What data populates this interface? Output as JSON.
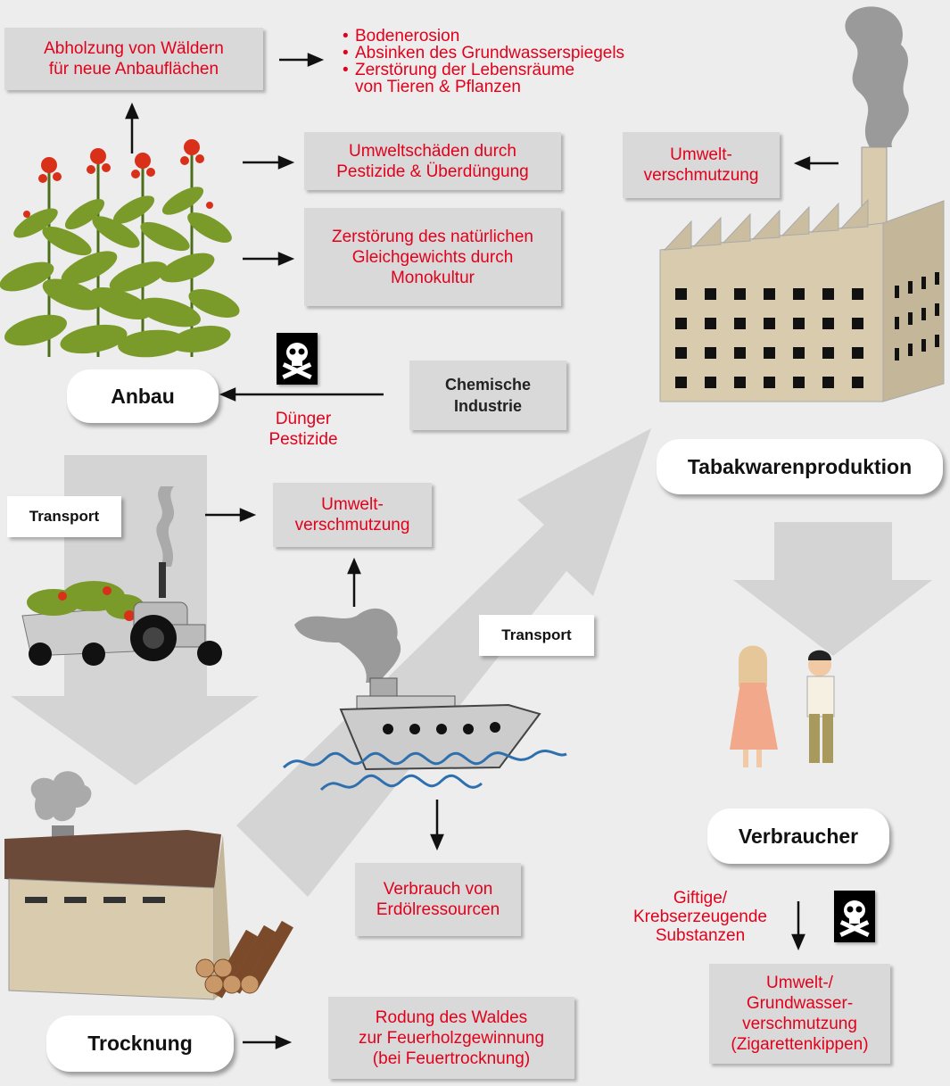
{
  "boxes": {
    "deforestation": "Abholzung von Wäldern\nfür neue Anbauflächen",
    "pesticide_damage": "Umweltschäden durch\nPestizide & Überdüngung",
    "monoculture": "Zerstörung des natürlichen\nGleichgewichts durch\nMonokultur",
    "factory_pollution": "Umwelt-\nverschmutzung",
    "transport_pollution": "Umwelt-\nverschmutzung",
    "oil_consumption": "Verbrauch von\nErdölressourcen",
    "firewood_clearing": "Rodung des Waldes\nzur Feuerholzgewinnung\n(bei Feuertrocknung)",
    "groundwater_pollution": "Umwelt-/\nGrundwasser-\nverschmutzung\n(Zigarettenkippen)"
  },
  "consequences": [
    "Bodenerosion",
    "Absinken des Grundwasserspiegels",
    "Zerstörung der Lebensräume\nvon Tieren & Pflanzen"
  ],
  "stages": {
    "anbau": "Anbau",
    "tabakwarenproduktion": "Tabakwarenproduktion",
    "verbraucher": "Verbraucher",
    "trocknung": "Trocknung"
  },
  "transport_labels": {
    "land": "Transport",
    "sea": "Transport"
  },
  "chemical_industry": "Chemische\nIndustrie",
  "chemical_inputs": "Dünger\nPestizide",
  "toxic_substances": "Giftige/\nKrebserzeugende\nSubstanzen",
  "colors": {
    "impact_text": "#e3001b",
    "box_fill": "#d9d9d9",
    "background": "#ededed",
    "flow_arrow": "#d4d4d4"
  }
}
